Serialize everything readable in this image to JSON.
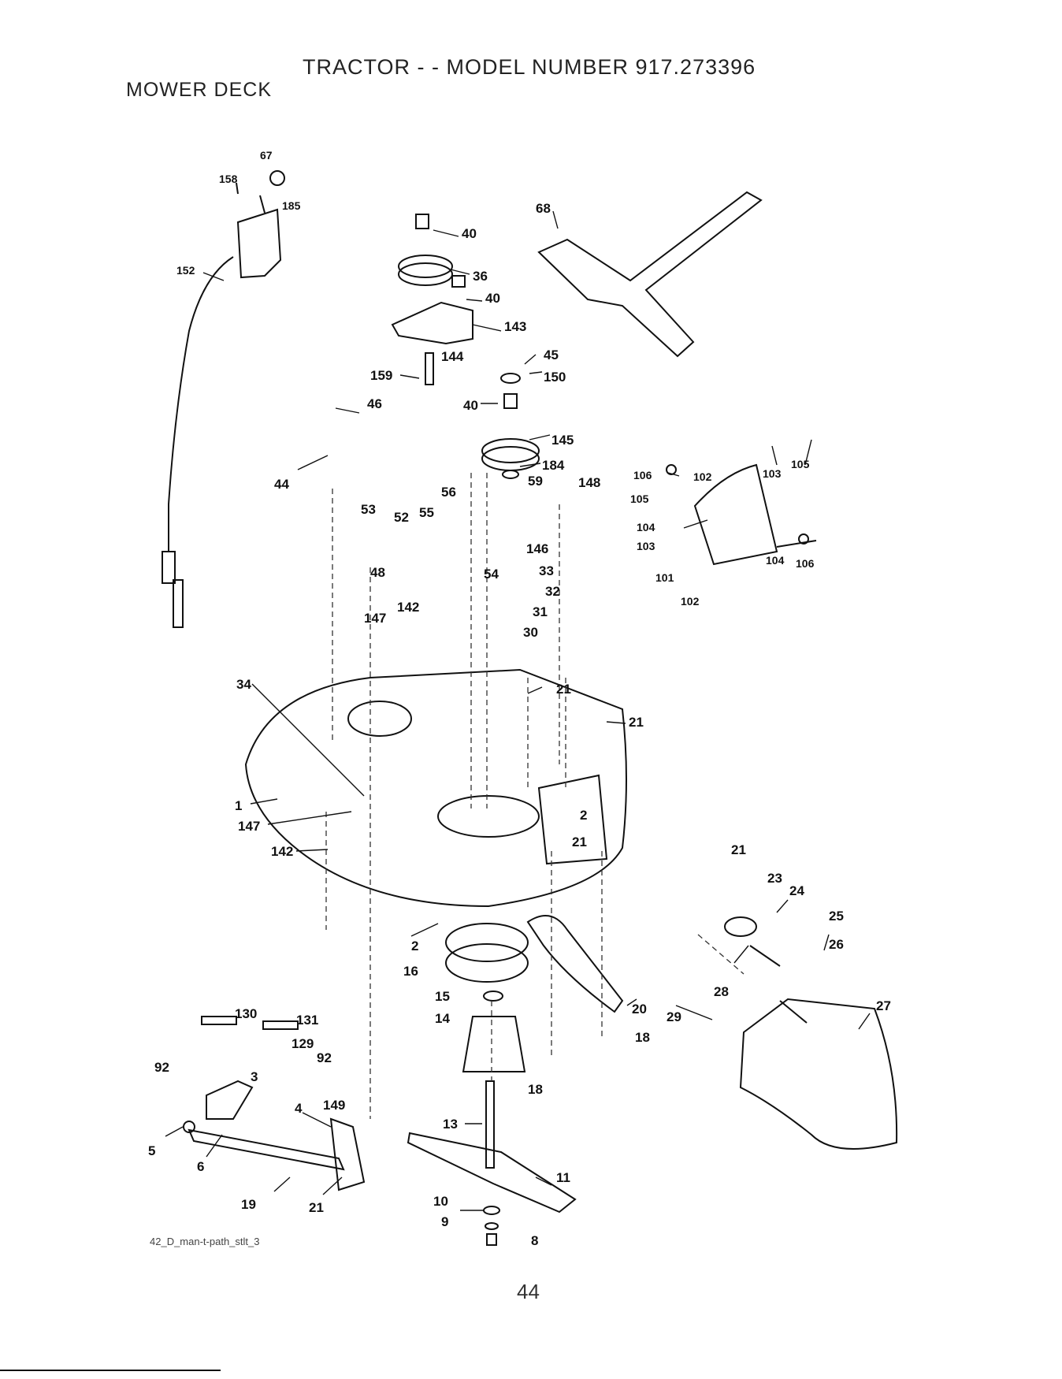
{
  "header": {
    "title": "TRACTOR - - MODEL NUMBER 917.273396",
    "subtitle": "MOWER DECK"
  },
  "footer": {
    "caption": "42_D_man-t-path_stlt_3",
    "page_number": "44"
  },
  "callouts": {
    "c67": "67",
    "c158": "158",
    "c185": "185",
    "c152": "152",
    "c40a": "40",
    "c36": "36",
    "c40b": "40",
    "c143": "143",
    "c144": "144",
    "c45": "45",
    "c150": "150",
    "c159": "159",
    "c40c": "40",
    "c145": "145",
    "c184": "184",
    "c59": "59",
    "c148": "148",
    "c46": "46",
    "c44": "44",
    "c56": "56",
    "c55": "55",
    "c53": "53",
    "c52": "52",
    "c48": "48",
    "c146": "146",
    "c54": "54",
    "c33": "33",
    "c32": "32",
    "c31": "31",
    "c30": "30",
    "c147a": "147",
    "c142a": "142",
    "c68": "68",
    "c106a": "106",
    "c105a": "105",
    "c102a": "102",
    "c103a": "103",
    "c105b": "105",
    "c104a": "104",
    "c103b": "103",
    "c104b": "104",
    "c106b": "106",
    "c101": "101",
    "c102b": "102",
    "c34": "34",
    "c21a": "21",
    "c21b": "21",
    "c1": "1",
    "c147b": "147",
    "c2a": "2",
    "c21c": "21",
    "c142b": "142",
    "c2b": "2",
    "c16": "16",
    "c15": "15",
    "c14": "14",
    "c20": "20",
    "c18a": "18",
    "c18b": "18",
    "c21d": "21",
    "c23": "23",
    "c24": "24",
    "c25": "25",
    "c26": "26",
    "c28": "28",
    "c29": "29",
    "c27": "27",
    "c130": "130",
    "c131": "131",
    "c129": "129",
    "c92a": "92",
    "c92b": "92",
    "c3": "3",
    "c4": "4",
    "c149": "149",
    "c5": "5",
    "c6": "6",
    "c19": "19",
    "c21e": "21",
    "c13": "13",
    "c11": "11",
    "c10": "10",
    "c9": "9",
    "c8": "8"
  }
}
